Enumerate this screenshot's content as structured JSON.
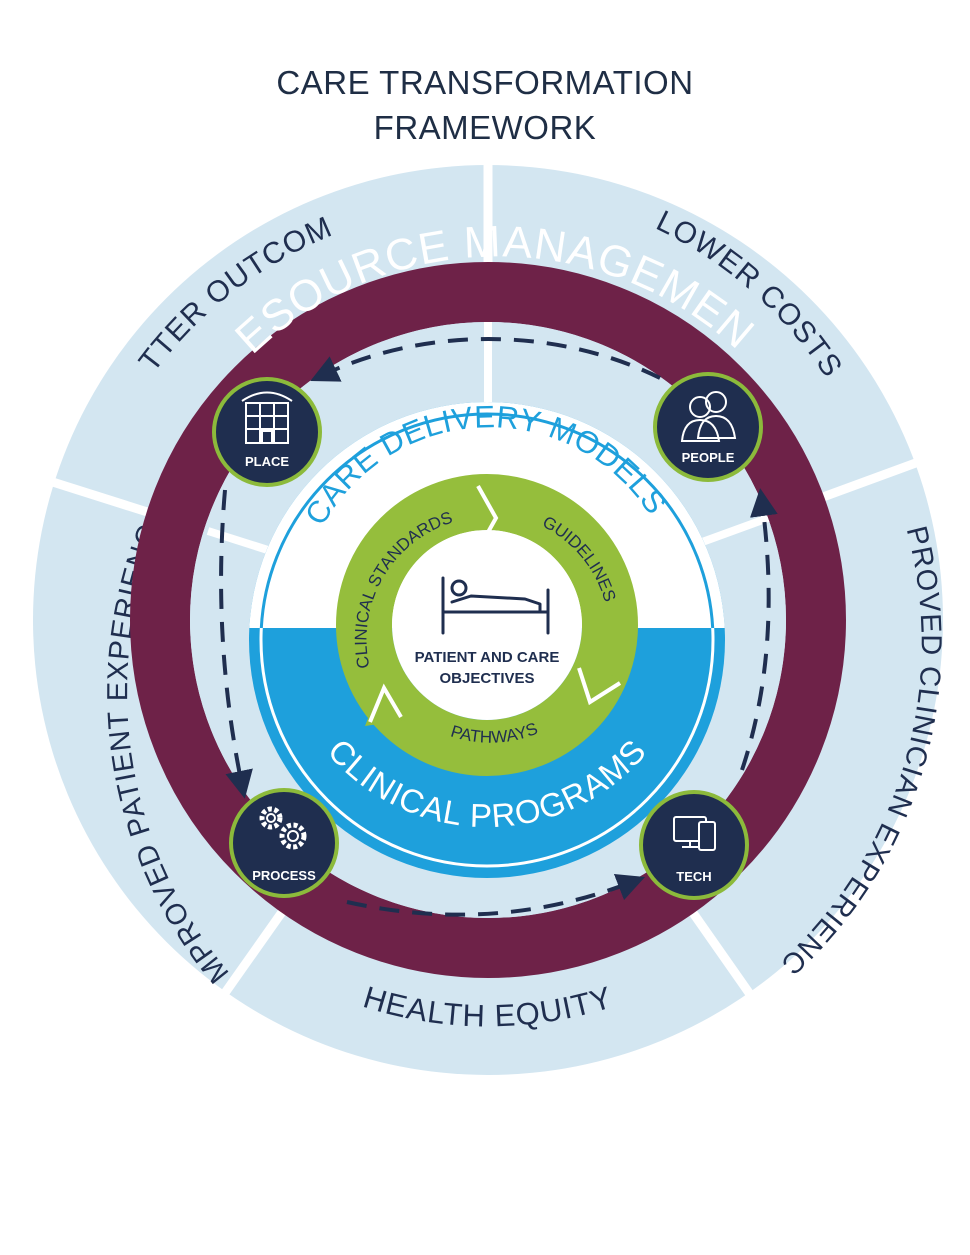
{
  "title": {
    "line1": "CARE TRANSFORMATION",
    "line2": "FRAMEWORK"
  },
  "outcomes": {
    "better_outcomes": "BETTER OUTCOMES",
    "lower_costs": "LOWER COSTS",
    "improved_clinician_experience": "IMPROVED CLINICIAN EXPERIENCE",
    "health_equity": "HEALTH EQUITY",
    "improved_patient_experience": "IMPROVED PATIENT EXPERIENCE"
  },
  "resource_management": "RESOURCE MANAGEMENT",
  "nodes": {
    "place": "PLACE",
    "people": "PEOPLE",
    "process": "PROCESS",
    "tech": "TECH"
  },
  "care_delivery_models": "CARE DELIVERY MODELS",
  "clinical_programs": "CLINICAL PROGRAMS",
  "cycle": {
    "clinical_standards": "CLINICAL STANDARDS",
    "guidelines": "GUIDELINES",
    "pathways": "PATHWAYS"
  },
  "center": {
    "line1": "PATIENT AND CARE",
    "line2": "OBJECTIVES"
  },
  "icons": {
    "place": "building-icon",
    "people": "people-icon",
    "process": "gears-icon",
    "tech": "devices-icon",
    "center": "hospital-bed-icon"
  },
  "colors": {
    "outer_ring": "#d3e6f1",
    "resource_ring": "#6e2248",
    "navy": "#1f2e4f",
    "cdm_blue": "#1ea0dc",
    "cycle_green": "#95be3c",
    "node_border": "#8cba3b"
  }
}
